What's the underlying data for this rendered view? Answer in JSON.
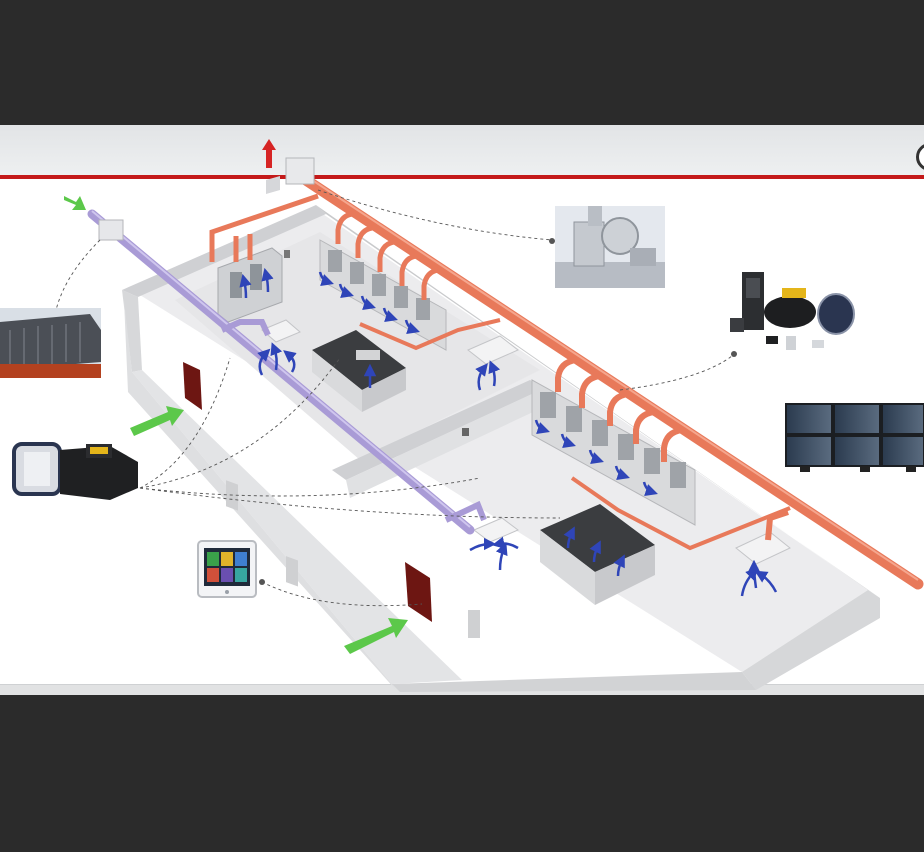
{
  "colors": {
    "background": "#2b2b2b",
    "header_accent": "#c41a1a",
    "exhaust_duct": "#e8795a",
    "supply_duct": "#a99bd6",
    "airflow_arrow": "#2f45b8",
    "intake_arrow": "#5cc84a",
    "exhaust_arrow": "#d62424",
    "wall": "#dcdcde",
    "floor": "#eeeeef",
    "bench_top": "#3b3d40"
  },
  "icons": {
    "exhaust_outlet": "red-up-arrow-icon",
    "outdoor_air_intake": "green-arrow-icon",
    "door": "door-icon",
    "exhaust_fan": "exhaust-fan-icon",
    "cooling_tower": "cooling-tower-icon",
    "venturi_valve": "venturi-valve-icon",
    "controller_kit": "controller-kit-icon",
    "monitor_wall": "monitor-wall-icon",
    "touch_panel": "touch-panel-icon"
  },
  "components": [
    {
      "id": "exhaust-fan",
      "icon": "exhaust-fan-icon"
    },
    {
      "id": "cooling-tower",
      "icon": "cooling-tower-icon"
    },
    {
      "id": "controller-kit",
      "icon": "controller-kit-icon"
    },
    {
      "id": "monitor-wall",
      "icon": "monitor-wall-icon"
    },
    {
      "id": "venturi-valve",
      "icon": "venturi-valve-icon"
    },
    {
      "id": "touch-panel",
      "icon": "touch-panel-icon"
    }
  ]
}
